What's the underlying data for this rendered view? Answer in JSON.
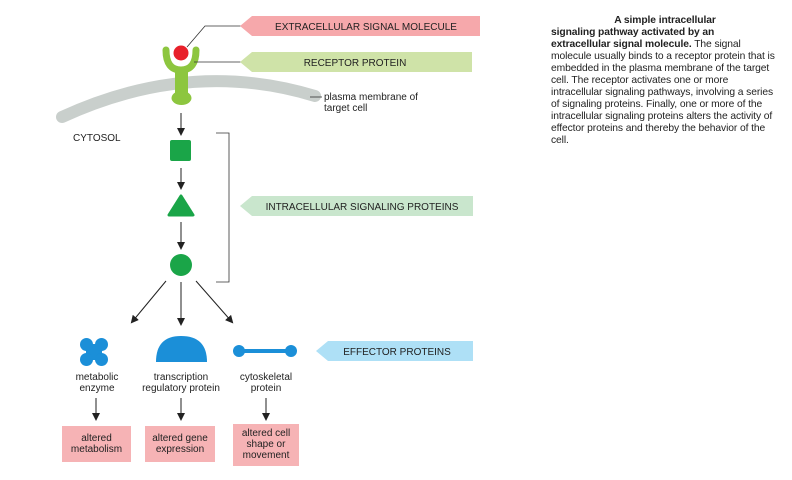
{
  "labels": {
    "extracellular_signal": "EXTRACELLULAR SIGNAL MOLECULE",
    "receptor_protein": "RECEPTOR PROTEIN",
    "membrane_line1": "plasma membrane of",
    "membrane_line2": "target cell",
    "cytosol": "CYTOSOL",
    "intracellular_proteins": "INTRACELLULAR SIGNALING PROTEINS",
    "effector_proteins": "EFFECTOR PROTEINS"
  },
  "effectors": [
    {
      "name_line1": "metabolic",
      "name_line2": "enzyme",
      "outcome_line1": "altered",
      "outcome_line2": "metabolism",
      "outcome_line3": ""
    },
    {
      "name_line1": "transcription",
      "name_line2": "regulatory protein",
      "outcome_line1": "altered gene",
      "outcome_line2": "expression",
      "outcome_line3": ""
    },
    {
      "name_line1": "cytoskeletal",
      "name_line2": "protein",
      "outcome_line1": "altered cell",
      "outcome_line2": "shape or",
      "outcome_line3": "movement"
    }
  ],
  "caption": {
    "title_line1": "A simple intracellular",
    "title_line2": "signaling pathway activated by an",
    "title_line3": "extracellular signal molecule.",
    "body": "The signal molecule usually binds to a receptor protein that is embedded in the plasma membrane of the target cell. The receptor activates one or more intracellular signaling pathways, involving a series of signaling proteins. Finally, one or more of the intracellular signaling proteins alters the activity of effector proteins and thereby the behavior of the cell."
  },
  "colors": {
    "signal_red": "#e8202a",
    "receptor_green": "#8dc63f",
    "signaling_green": "#1aa548",
    "effector_blue": "#1b8fd8",
    "membrane_gray": "#c9cfcc",
    "label_pink": "#f6a8ab",
    "label_green": "#cfe3a8",
    "label_lightgreen": "#c9e6cd",
    "label_blue": "#aee0f6",
    "outcome_pink": "#f6b3b5"
  }
}
